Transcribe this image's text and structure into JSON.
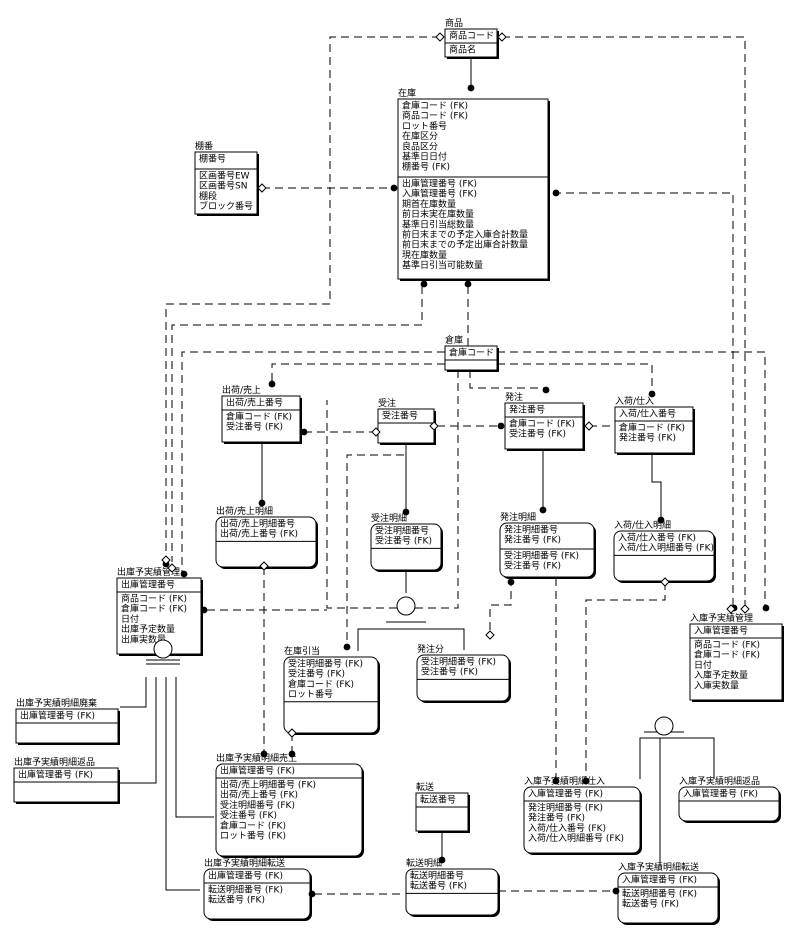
{
  "entities": {
    "shohin": {
      "name": "商品",
      "keys": [
        "商品コード"
      ],
      "attrs": [
        "商品名"
      ]
    },
    "zaiko": {
      "name": "在庫",
      "keys": [
        "倉庫コード (FK)",
        "商品コード (FK)",
        "ロット番号",
        "在庫区分",
        "良品区分",
        "基準日日付",
        "棚番号 (FK)"
      ],
      "attrs": [
        "出庫管理番号 (FK)",
        "入庫管理番号 (FK)",
        "期首在庫数量",
        "前日末実在庫数量",
        "基準日引当総数量",
        "前日末までの予定入庫合計数量",
        "前日末までの予定出庫合計数量",
        "現在庫数量",
        "基準日引当可能数量"
      ]
    },
    "tanaban": {
      "name": "棚番",
      "keys": [
        "棚番号"
      ],
      "attrs": [
        "区画番号EW",
        "区画番号SN",
        "棚段",
        "ブロック番号"
      ]
    },
    "soko": {
      "name": "倉庫",
      "keys": [
        "倉庫コード"
      ],
      "attrs": []
    },
    "shukka_uriage": {
      "name": "出荷/売上",
      "keys": [
        "出荷/売上番号"
      ],
      "attrs": [
        "倉庫コード (FK)",
        "受注番号 (FK)"
      ]
    },
    "juchu": {
      "name": "受注",
      "keys": [
        "受注番号"
      ],
      "attrs": []
    },
    "hatchu": {
      "name": "発注",
      "keys": [
        "発注番号"
      ],
      "attrs": [
        "倉庫コード (FK)",
        "受注番号 (FK)"
      ]
    },
    "nyuka_shiire": {
      "name": "入荷/仕入",
      "keys": [
        "入荷/仕入番号"
      ],
      "attrs": [
        "倉庫コード (FK)",
        "発注番号 (FK)"
      ]
    },
    "shukka_uriage_meisai": {
      "name": "出荷/売上明細",
      "keys": [
        "出荷/売上明細番号",
        "出荷/売上番号 (FK)"
      ],
      "attrs": []
    },
    "juchu_meisai": {
      "name": "受注明細",
      "keys": [
        "受注明細番号",
        "受注番号 (FK)"
      ],
      "attrs": []
    },
    "hatchu_meisai": {
      "name": "発注明細",
      "keys": [
        "発注明細番号",
        "発注番号 (FK)"
      ],
      "attrs": [
        "受注明細番号 (FK)",
        "受注番号 (FK)"
      ]
    },
    "nyuka_shiire_meisai": {
      "name": "入荷/仕入明細",
      "keys": [
        "入荷/仕入番号 (FK)",
        "入荷/仕入明細番号 (FK)"
      ],
      "attrs": []
    },
    "shukko_kanri": {
      "name": "出庫予実績管理",
      "keys": [
        "出庫管理番号"
      ],
      "attrs": [
        "商品コード (FK)",
        "倉庫コード (FK)",
        "日付",
        "出庫予定数量",
        "出庫実数量"
      ]
    },
    "nyuko_kanri": {
      "name": "入庫予実績管理",
      "keys": [
        "入庫管理番号"
      ],
      "attrs": [
        "商品コード (FK)",
        "倉庫コード (FK)",
        "日付",
        "入庫予定数量",
        "入庫実数量"
      ]
    },
    "zaiko_hikiate": {
      "name": "在庫引当",
      "keys": [
        "受注明細番号 (FK)",
        "受注番号 (FK)",
        "倉庫コード (FK)",
        "ロット番号"
      ],
      "attrs": []
    },
    "hatchubun": {
      "name": "発注分",
      "keys": [
        "受注明細番号 (FK)",
        "受注番号 (FK)"
      ],
      "attrs": []
    },
    "shukko_haiki": {
      "name": "出庫予実績明細廃棄",
      "keys": [
        "出庫管理番号 (FK)"
      ],
      "attrs": []
    },
    "shukko_henpin": {
      "name": "出庫予実績明細返品",
      "keys": [
        "出庫管理番号 (FK)"
      ],
      "attrs": []
    },
    "shukko_uriage": {
      "name": "出庫予実績明細売上",
      "keys": [
        "出庫管理番号 (FK)"
      ],
      "attrs": [
        "出荷/売上明細番号 (FK)",
        "出荷/売上番号 (FK)",
        "受注明細番号 (FK)",
        "受注番号 (FK)",
        "倉庫コード (FK)",
        "ロット番号 (FK)"
      ]
    },
    "nyuko_shiire": {
      "name": "入庫予実績明細仕入",
      "keys": [
        "入庫管理番号 (FK)"
      ],
      "attrs": [
        "発注明細番号 (FK)",
        "発注番号 (FK)",
        "入荷/仕入番号 (FK)",
        "入荷/仕入明細番号 (FK)"
      ]
    },
    "nyuko_henpin": {
      "name": "入庫予実績明細返品",
      "keys": [
        "入庫管理番号 (FK)"
      ],
      "attrs": []
    },
    "tenso": {
      "name": "転送",
      "keys": [
        "転送番号"
      ],
      "attrs": []
    },
    "tenso_meisai": {
      "name": "転送明細",
      "keys": [
        "転送明細番号",
        "転送番号 (FK)"
      ],
      "attrs": []
    },
    "shukko_tenso": {
      "name": "出庫予実績明細転送",
      "keys": [
        "出庫管理番号 (FK)"
      ],
      "attrs": [
        "転送明細番号 (FK)",
        "転送番号 (FK)"
      ]
    },
    "nyuko_tenso": {
      "name": "入庫予実績明細転送",
      "keys": [
        "入庫管理番号 (FK)"
      ],
      "attrs": [
        "転送明細番号 (FK)",
        "転送番号 (FK)"
      ]
    }
  }
}
